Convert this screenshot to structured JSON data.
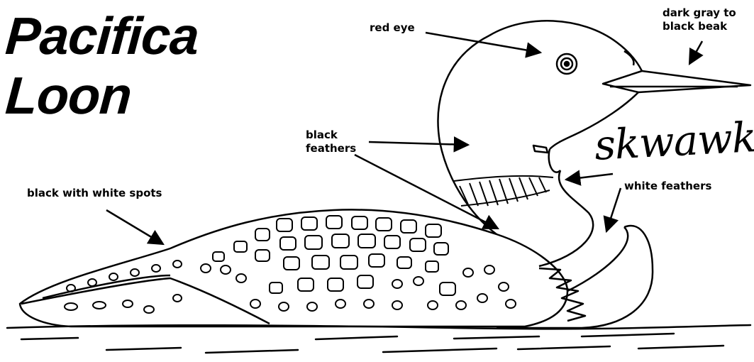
{
  "title": {
    "line1": "Pacifica",
    "line2": "Loon"
  },
  "labels": {
    "red_eye": "red eye",
    "beak_line1": "dark gray to",
    "beak_line2": "black beak",
    "black_feathers_line1": "black",
    "black_feathers_line2": "feathers",
    "white_feathers": "white feathers",
    "spots": "black with white spots"
  },
  "sound": "skwawk",
  "colors": {
    "ink": "#000000",
    "paper": "#ffffff"
  }
}
